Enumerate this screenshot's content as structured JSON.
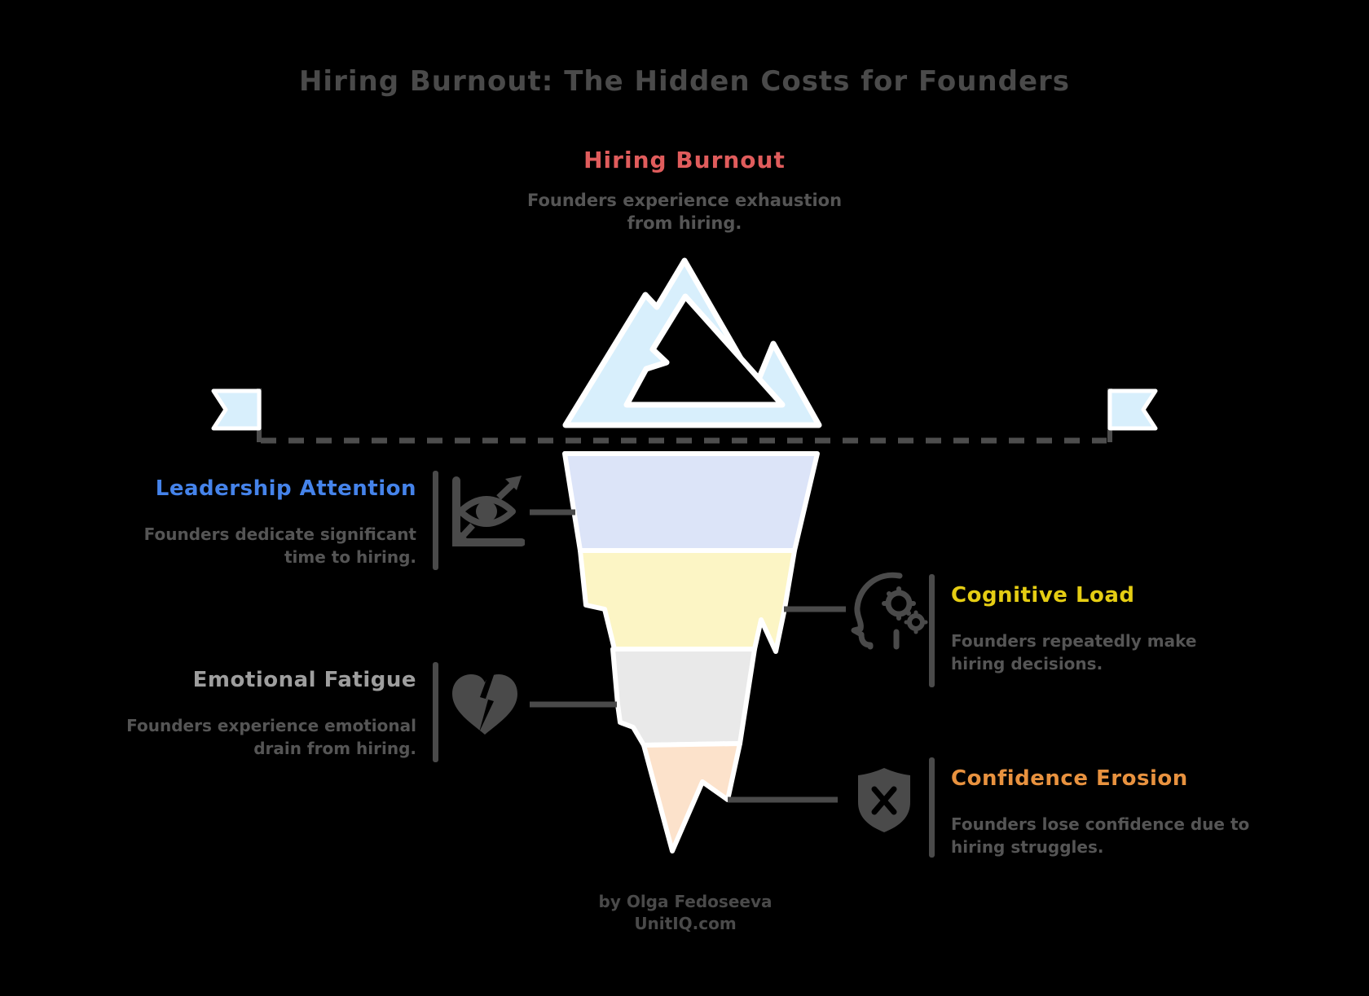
{
  "page": {
    "title": "Hiring Burnout: The Hidden Costs for Founders",
    "title_color": "#4a4a4a",
    "background": "#000000",
    "credit_line1": "by Olga Fedoseeva",
    "credit_line2": "UnitIQ.com"
  },
  "center": {
    "label": "Hiring Burnout",
    "color": "#e05c5c",
    "desc_line1": "Founders experience exhaustion",
    "desc_line2": "from hiring."
  },
  "items": [
    {
      "label": "Leadership Attention",
      "color": "#4583ea",
      "desc_line1": "Founders dedicate significant",
      "desc_line2": "time to hiring.",
      "icon": "eye-chart",
      "side": "left"
    },
    {
      "label": "Cognitive Load",
      "color": "#e5cd13",
      "desc_line1": "Founders repeatedly make",
      "desc_line2": "hiring decisions.",
      "icon": "head-gears",
      "side": "right"
    },
    {
      "label": "Emotional Fatigue",
      "color": "#9e9e9e",
      "desc_line1": "Founders experience emotional",
      "desc_line2": "drain from hiring.",
      "icon": "broken-heart",
      "side": "left"
    },
    {
      "label": "Confidence Erosion",
      "color": "#e8923f",
      "desc_line1": "Founders lose confidence due to",
      "desc_line2": "hiring struggles.",
      "icon": "shield-x",
      "side": "right"
    }
  ],
  "iceberg": {
    "layers": [
      {
        "name": "surface-peak",
        "color": "#d8effc"
      },
      {
        "name": "layer-leadership",
        "color": "#dce4f8"
      },
      {
        "name": "layer-cognitive",
        "color": "#fcf5c5"
      },
      {
        "name": "layer-emotional",
        "color": "#e9e9e9"
      },
      {
        "name": "layer-confidence",
        "color": "#fce2cb"
      }
    ],
    "waterline_color": "#4d4d4d",
    "connector_color": "#4a4a4a",
    "outline_color": "#ffffff"
  }
}
